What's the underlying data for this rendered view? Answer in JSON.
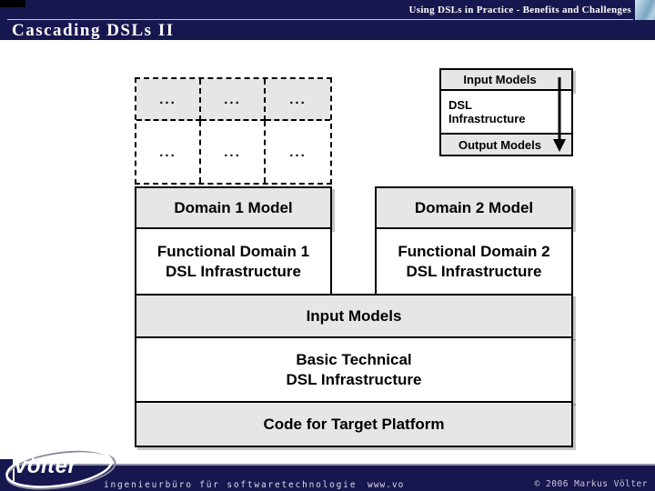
{
  "header": {
    "course_title": "Using DSLs in Practice - Benefits and Challenges",
    "slide_title": "Cascading DSLs II"
  },
  "grid": {
    "cells": [
      "...",
      "...",
      "...",
      "...",
      "...",
      "..."
    ]
  },
  "legend": {
    "input_label": "Input Models",
    "infra_line1": "DSL",
    "infra_line2": "Infrastructure",
    "output_label": "Output Models"
  },
  "domain1": {
    "model_label": "Domain 1 Model",
    "infra_line1": "Functional Domain 1",
    "infra_line2": "DSL Infrastructure"
  },
  "domain2": {
    "model_label": "Domain 2 Model",
    "infra_line1": "Functional Domain 2",
    "infra_line2": "DSL Infrastructure"
  },
  "stack": {
    "input_label": "Input Models",
    "basic_line1": "Basic Technical",
    "basic_line2": "DSL Infrastructure",
    "code_label": "Code for Target Platform"
  },
  "footer": {
    "logo_text": "völter",
    "tagline": "ingenieurbüro für softwaretechnologie",
    "url": "www.vo",
    "copyright": "© 2006  Markus Völter"
  },
  "colors": {
    "navy": "#171750",
    "box_gray": "#e6e6e6",
    "border": "#000000"
  }
}
